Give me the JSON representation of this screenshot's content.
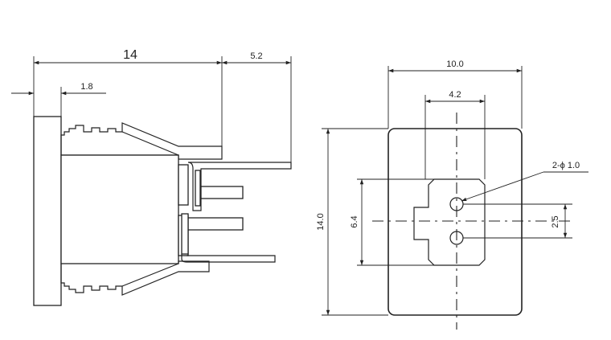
{
  "side_view": {
    "overall_length": "14",
    "front_flange": "1.8",
    "terminal_length": "5.2"
  },
  "front_view": {
    "width": "10.0",
    "height": "14.0",
    "terminal_spacing": "4.2",
    "hole_callout": "2-ϕ 1.0",
    "block_height": "6.4",
    "pin_pitch": "2.5"
  },
  "colors": {
    "line": "#222222",
    "background": "#ffffff"
  }
}
